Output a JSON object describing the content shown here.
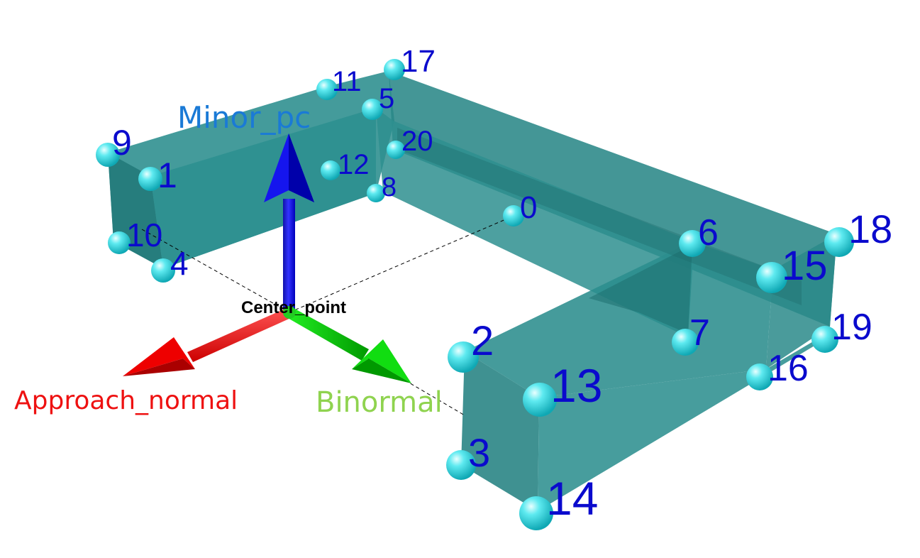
{
  "axes": {
    "minor_pc": {
      "label": "Minor_pc",
      "color": "#1a7ad6"
    },
    "approach_normal": {
      "label": "Approach_normal",
      "color": "#ee1111"
    },
    "binormal": {
      "label": "Binormal",
      "color": "#8fd34f"
    },
    "center": {
      "label": "Center_point",
      "color": "#000000"
    }
  },
  "colors": {
    "box_face": "#2a8d8d",
    "vertex": "#33e0e8",
    "vertex_label": "#0a0acd",
    "axis_x": "#ee0000",
    "axis_y": "#00cc00",
    "axis_z": "#0000ee"
  },
  "vertex_labels": {
    "v0": "0",
    "v1": "1",
    "v2": "2",
    "v3": "3",
    "v4": "4",
    "v5": "5",
    "v6": "6",
    "v7": "7",
    "v8": "8",
    "v9": "9",
    "v10": "10",
    "v11": "11",
    "v12": "12",
    "v13": "13",
    "v14": "14",
    "v15": "15",
    "v16": "16",
    "v17": "17",
    "v18": "18",
    "v19": "19",
    "v20": "20"
  }
}
